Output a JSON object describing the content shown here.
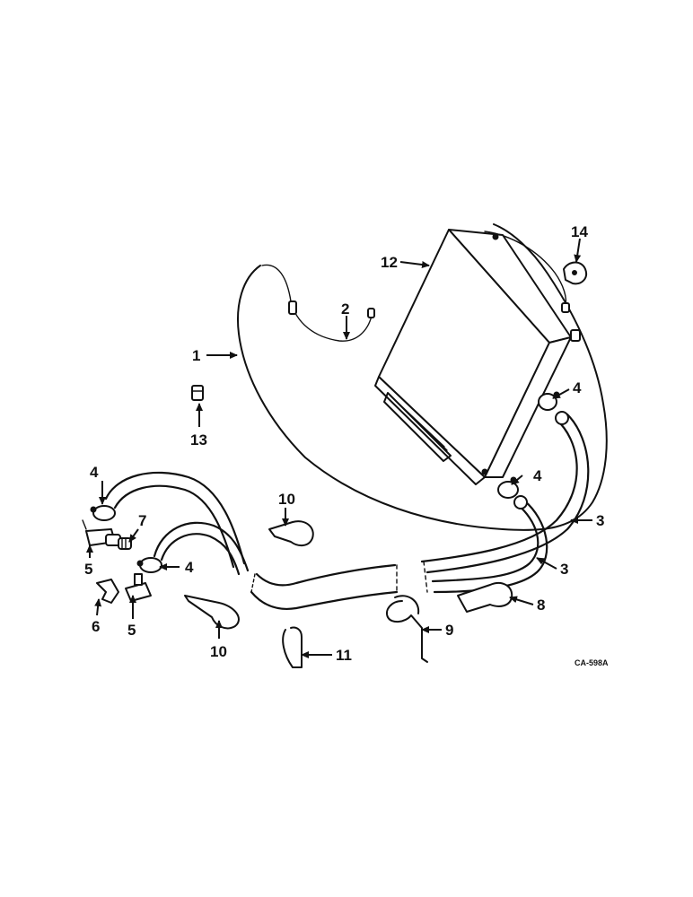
{
  "callouts": {
    "c1": "1",
    "c2": "2",
    "c3a": "3",
    "c3b": "3",
    "c4a": "4",
    "c4b": "4",
    "c4c": "4",
    "c4d": "4",
    "c5a": "5",
    "c5b": "5",
    "c6": "6",
    "c7": "7",
    "c8": "8",
    "c9": "9",
    "c10a": "10",
    "c10b": "10",
    "c11": "11",
    "c12": "12",
    "c13": "13",
    "c14": "14"
  },
  "drawing_code": "CA-598A",
  "icons": [
    "heater-core-box",
    "hose",
    "hose-clamp",
    "shutoff-valve",
    "elbow-fitting",
    "hose-support-clip",
    "wire-harness"
  ]
}
